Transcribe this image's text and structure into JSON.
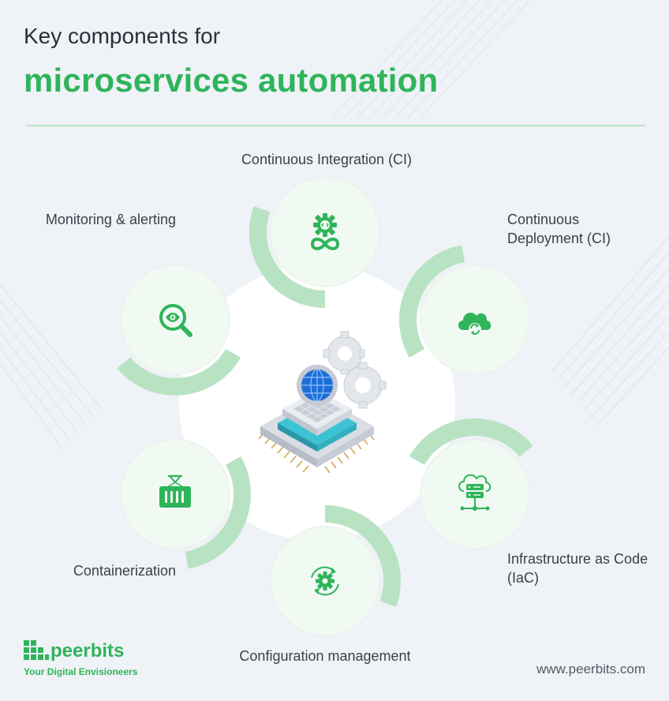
{
  "header": {
    "title_line1": "Key components for",
    "title_line2": "microservices automation"
  },
  "components": [
    {
      "key": "ci",
      "label": "Continuous Integration (CI)",
      "icon": "gear-infinity-icon"
    },
    {
      "key": "cd",
      "label": "Continuous Deployment (CI)",
      "icon": "cloud-sync-icon"
    },
    {
      "key": "iac",
      "label": "Infrastructure as Code (IaC)",
      "icon": "cloud-server-icon"
    },
    {
      "key": "cfg",
      "label": "Configuration management",
      "icon": "gear-refresh-icon"
    },
    {
      "key": "cont",
      "label": "Containerization",
      "icon": "container-icon"
    },
    {
      "key": "mon",
      "label": "Monitoring & alerting",
      "icon": "magnifier-eye-icon"
    }
  ],
  "center_icon": "chip-globe-gears-icon",
  "footer": {
    "brand": "peerbits",
    "tagline": "Your Digital Envisioneers",
    "url": "www.peerbits.com"
  },
  "colors": {
    "background": "#eff2f7",
    "accent": "#2fb45a",
    "ring": "#b8e3c2",
    "circle_fill": "#f1f9f3",
    "text": "#3b3f48"
  }
}
